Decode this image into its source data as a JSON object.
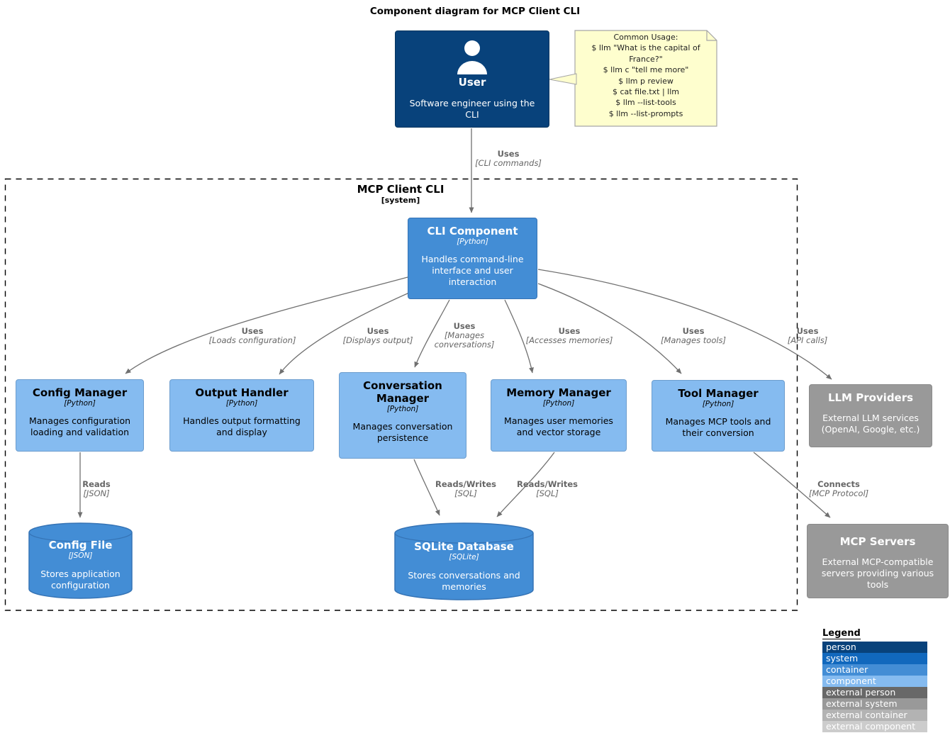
{
  "title": "Component diagram for MCP Client CLI",
  "colors": {
    "person": "#08427B",
    "system": "#1168BD",
    "container": "#438DD5",
    "component": "#85BBF0",
    "external_person": "#686868",
    "external_system": "#999999",
    "external_container": "#B3B3B3",
    "external_component": "#CCCCCC",
    "note_background": "#FEFECE",
    "arrow": "#707070"
  },
  "boundary": {
    "title": "MCP Client CLI",
    "type": "[system]"
  },
  "nodes": {
    "user": {
      "title": "User",
      "description": "Software engineer using the\nCLI"
    },
    "note": {
      "text": "Common Usage:\n$ llm \"What is the capital of\nFrance?\"\n$ llm c \"tell me more\"\n$ llm p review\n$ cat file.txt | llm\n$ llm --list-tools\n$ llm --list-prompts"
    },
    "cli_component": {
      "title": "CLI Component",
      "tech": "[Python]",
      "description": "Handles command-line\ninterface and user\ninteraction"
    },
    "config_manager": {
      "title": "Config Manager",
      "tech": "[Python]",
      "description": "Manages configuration\nloading and validation"
    },
    "output_handler": {
      "title": "Output Handler",
      "tech": "[Python]",
      "description": "Handles output formatting\nand display"
    },
    "conversation_manager": {
      "title": "Conversation\nManager",
      "tech": "[Python]",
      "description": "Manages conversation\npersistence"
    },
    "memory_manager": {
      "title": "Memory Manager",
      "tech": "[Python]",
      "description": "Manages user memories\nand vector storage"
    },
    "tool_manager": {
      "title": "Tool Manager",
      "tech": "[Python]",
      "description": "Manages MCP tools and\ntheir conversion"
    },
    "llm_providers": {
      "title": "LLM Providers",
      "description": "External LLM services\n(OpenAI, Google, etc.)"
    },
    "config_file": {
      "title": "Config File",
      "tech": "[JSON]",
      "description": "Stores application\nconfiguration"
    },
    "sqlite_database": {
      "title": "SQLite Database",
      "tech": "[SQLite]",
      "description": "Stores conversations and\nmemories"
    },
    "mcp_servers": {
      "title": "MCP Servers",
      "description": "External MCP-compatible\nservers providing various\ntools"
    }
  },
  "edges": {
    "user_cli": {
      "label": "Uses",
      "tech": "[CLI commands]"
    },
    "loads_configuration": {
      "label": "Uses",
      "tech": "[Loads configuration]"
    },
    "displays_output": {
      "label": "Uses",
      "tech": "[Displays output]"
    },
    "manages_conversations": {
      "label": "Uses",
      "tech": "[Manages\nconversations]"
    },
    "accesses_memories": {
      "label": "Uses",
      "tech": "[Accesses memories]"
    },
    "manages_tools": {
      "label": "Uses",
      "tech": "[Manages tools]"
    },
    "api_calls": {
      "label": "Uses",
      "tech": "[API calls]"
    },
    "reads_json": {
      "label": "Reads",
      "tech": "[JSON]"
    },
    "reads_writes_sql_left": {
      "label": "Reads/Writes",
      "tech": "[SQL]"
    },
    "reads_writes_sql_right": {
      "label": "Reads/Writes",
      "tech": "[SQL]"
    },
    "connects_mcp": {
      "label": "Connects",
      "tech": "[MCP Protocol]"
    }
  },
  "legend": {
    "title": "Legend",
    "items": [
      {
        "label": "person",
        "color": "#08427B"
      },
      {
        "label": "system",
        "color": "#1168BD"
      },
      {
        "label": "container",
        "color": "#438DD5"
      },
      {
        "label": "component",
        "color": "#85BBF0"
      },
      {
        "label": "external person",
        "color": "#686868"
      },
      {
        "label": "external system",
        "color": "#999999"
      },
      {
        "label": "external container",
        "color": "#B3B3B3"
      },
      {
        "label": "external component",
        "color": "#CCCCCC"
      }
    ]
  }
}
